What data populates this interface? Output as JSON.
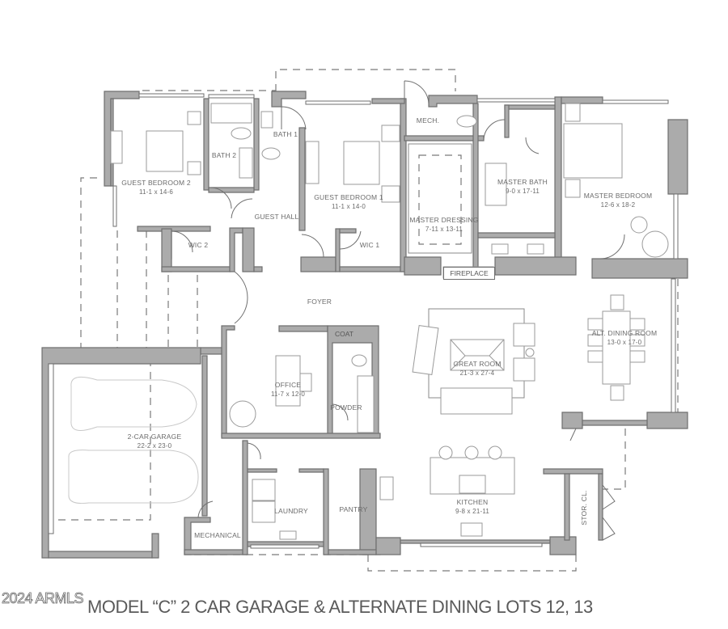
{
  "plan": {
    "caption": "MODEL “C” 2 CAR GARAGE & ALTERNATE DINING  LOTS 12, 13",
    "watermark": "2024 ARMLS",
    "colors": {
      "wall_fill": "#ababab",
      "wall_stroke": "#6f6f6f",
      "label_text": "#6b6b6b",
      "background": "#ffffff"
    },
    "rooms": [
      {
        "id": "guest-bedroom-2",
        "name": "GUEST BEDROOM 2",
        "dims": "11-1 x 14-6"
      },
      {
        "id": "bath-2",
        "name": "BATH 2",
        "dims": ""
      },
      {
        "id": "bath-1",
        "name": "BATH 1",
        "dims": ""
      },
      {
        "id": "guest-bedroom-1",
        "name": "GUEST BEDROOM 1",
        "dims": "11-1 x 14-0"
      },
      {
        "id": "guest-hall",
        "name": "GUEST HALL",
        "dims": ""
      },
      {
        "id": "wic-2",
        "name": "WIC 2",
        "dims": ""
      },
      {
        "id": "wic-1",
        "name": "WIC 1",
        "dims": ""
      },
      {
        "id": "mech",
        "name": "MECH.",
        "dims": ""
      },
      {
        "id": "master-dressing",
        "name": "MASTER DRESSING",
        "dims": "7-11 x 13-11"
      },
      {
        "id": "master-bath",
        "name": "MASTER BATH",
        "dims": "9-0 x 17-11"
      },
      {
        "id": "master-bedroom",
        "name": "MASTER BEDROOM",
        "dims": "12-6 x 18-2"
      },
      {
        "id": "fireplace",
        "name": "FIREPLACE",
        "dims": ""
      },
      {
        "id": "foyer",
        "name": "FOYER",
        "dims": ""
      },
      {
        "id": "coat",
        "name": "COAT",
        "dims": ""
      },
      {
        "id": "office",
        "name": "OFFICE",
        "dims": "11-7 x 12-0"
      },
      {
        "id": "powder",
        "name": "POWDER",
        "dims": ""
      },
      {
        "id": "great-room",
        "name": "GREAT ROOM",
        "dims": "21-3 x 27-4"
      },
      {
        "id": "alt-dining-room",
        "name": "ALT. DINING ROOM",
        "dims": "13-0 x 17-0"
      },
      {
        "id": "garage",
        "name": "2-CAR GARAGE",
        "dims": "22-2 x 23-0"
      },
      {
        "id": "mechanical",
        "name": "MECHANICAL",
        "dims": ""
      },
      {
        "id": "laundry",
        "name": "LAUNDRY",
        "dims": ""
      },
      {
        "id": "pantry",
        "name": "PANTRY",
        "dims": ""
      },
      {
        "id": "kitchen",
        "name": "KITCHEN",
        "dims": "9-8 x 21-11"
      },
      {
        "id": "stor-cl",
        "name": "STOR. CL.",
        "dims": ""
      }
    ]
  }
}
